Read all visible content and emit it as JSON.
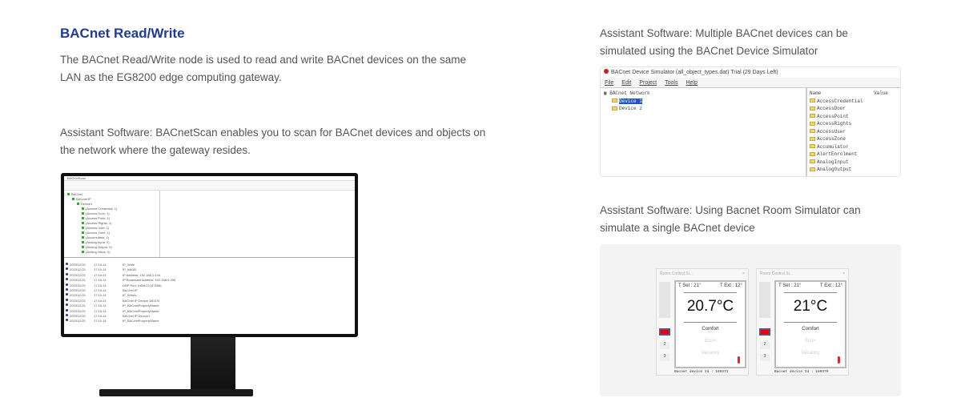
{
  "heading": "BACnet Read/Write",
  "intro": "The BACnet Read/Write node is used to read and write BACnet devices on the same LAN as the EG8200 edge computing gateway.",
  "scan_caption": "Assistant Software: BACnetScan enables you to scan for BACnet devices and objects on the network where the gateway resides.",
  "sim_caption": "Assistant Software: Multiple BACnet devices can be simulated using the BACnet Device Simulator",
  "room_caption": "Assistant Software: Using Bacnet Room Simulator can simulate a single BACnet device",
  "scan": {
    "title": "BACnetScan",
    "tree": [
      "BACnet",
      "BACnet IP",
      "Device1",
      "(Access Credential, 1)",
      "(Access Door, 1)",
      "(Access Point, 1)",
      "(Access Rights, 1)",
      "(Access User, 1)",
      "(Access Zone, 1)",
      "(Accumulator, 1)",
      "(Analog Input, 0)",
      "(Analog Output, 0)",
      "(Analog Value, 0)"
    ],
    "log": [
      [
        "2023/12/21",
        "17:10:14",
        "IP_Write"
      ],
      [
        "2023/12/21",
        "17:10:14",
        "IP_InitDB"
      ],
      [
        "2023/12/21",
        "17:10:14",
        "IP Address: 192.168.0.144"
      ],
      [
        "2023/12/21",
        "17:10:14",
        "IP Broadcast Address: 192.168.0.255"
      ],
      [
        "2023/12/21",
        "17:10:14",
        "UDP Port: 0xBAC0 (47808)"
      ],
      [
        "2023/12/21",
        "17:10:14",
        "BACnet IP"
      ],
      [
        "2023/12/21",
        "17:10:14",
        "IP_WhoIs"
      ],
      [
        "2023/12/21",
        "17:10:14",
        "BACnet IP Device:180370"
      ],
      [
        "2023/12/21",
        "17:10:14",
        "IP_BACnetPropertyName"
      ],
      [
        "2023/12/21",
        "17:10:14",
        "IP_BACnetPropertyName"
      ],
      [
        "2023/12/21",
        "17:10:14",
        "BACnet IP Device1"
      ],
      [
        "2023/12/21",
        "17:10:14",
        "IP_BACnetPropertyName"
      ]
    ]
  },
  "simulator": {
    "title": "BACnet Device Simulator (all_object_types.dat) Trial (29 Days Left)",
    "menu": [
      "File",
      "Edit",
      "Project",
      "Tools",
      "Help"
    ],
    "tree_root": "BACnet Network",
    "devices": [
      "Device 1",
      "Device 2"
    ],
    "col_name": "Name",
    "col_value": "Value",
    "objects": [
      "AccessCredential",
      "AccessDoor",
      "AccessPoint",
      "AccessRights",
      "AccessUser",
      "AccessZone",
      "Accumulator",
      "AlertEnrolment",
      "AnalogInput",
      "AnalogOutput"
    ]
  },
  "rooms": [
    {
      "title": "Room Control Si...",
      "tset": "T Set : 21°",
      "text": "T Ext : 12°",
      "temp": "20.7°C",
      "modes": [
        "Comfort",
        "Eco+",
        "Vacancy"
      ],
      "buttons": [
        "2",
        "3"
      ],
      "device": "Bacnet device Id :   180371"
    },
    {
      "title": "Room Control Si...",
      "tset": "T Set : 21°",
      "text": "T Ext : 12°",
      "temp": "21°C",
      "modes": [
        "Comfort",
        "Eco+",
        "Vacancy"
      ],
      "buttons": [
        "2",
        "3"
      ],
      "device": "Bacnet device Id :   180370"
    }
  ]
}
